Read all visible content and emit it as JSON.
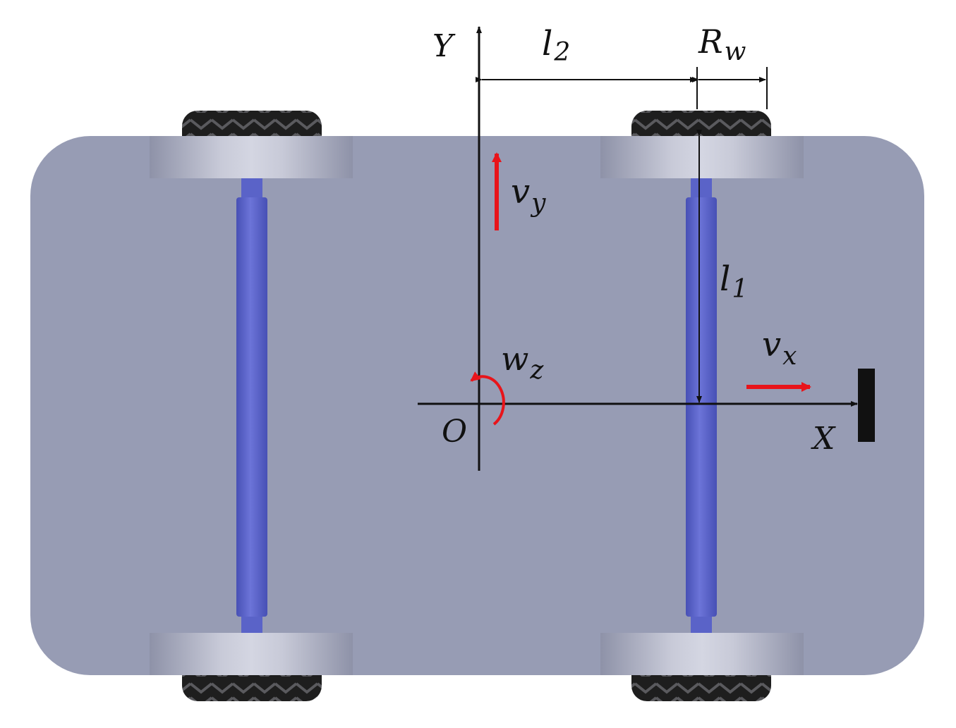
{
  "figure": {
    "axis_x_label": "X",
    "axis_y_label": "Y",
    "origin_label": "O",
    "dim_l1": {
      "base": "l",
      "sub": "1"
    },
    "dim_l2": {
      "base": "l",
      "sub": "2"
    },
    "dim_rw": {
      "base": "R",
      "sub": "w"
    },
    "vel_x": {
      "base": "v",
      "sub": "x"
    },
    "vel_y": {
      "base": "v",
      "sub": "y"
    },
    "ang_z": {
      "base": "w",
      "sub": "z"
    }
  },
  "colors": {
    "chassis": "#979cb4",
    "axle": "#5a63c8",
    "hub": "#b0b3c5",
    "tire": "#1e1e1e",
    "vector": "#e8141a",
    "line": "#111111"
  }
}
